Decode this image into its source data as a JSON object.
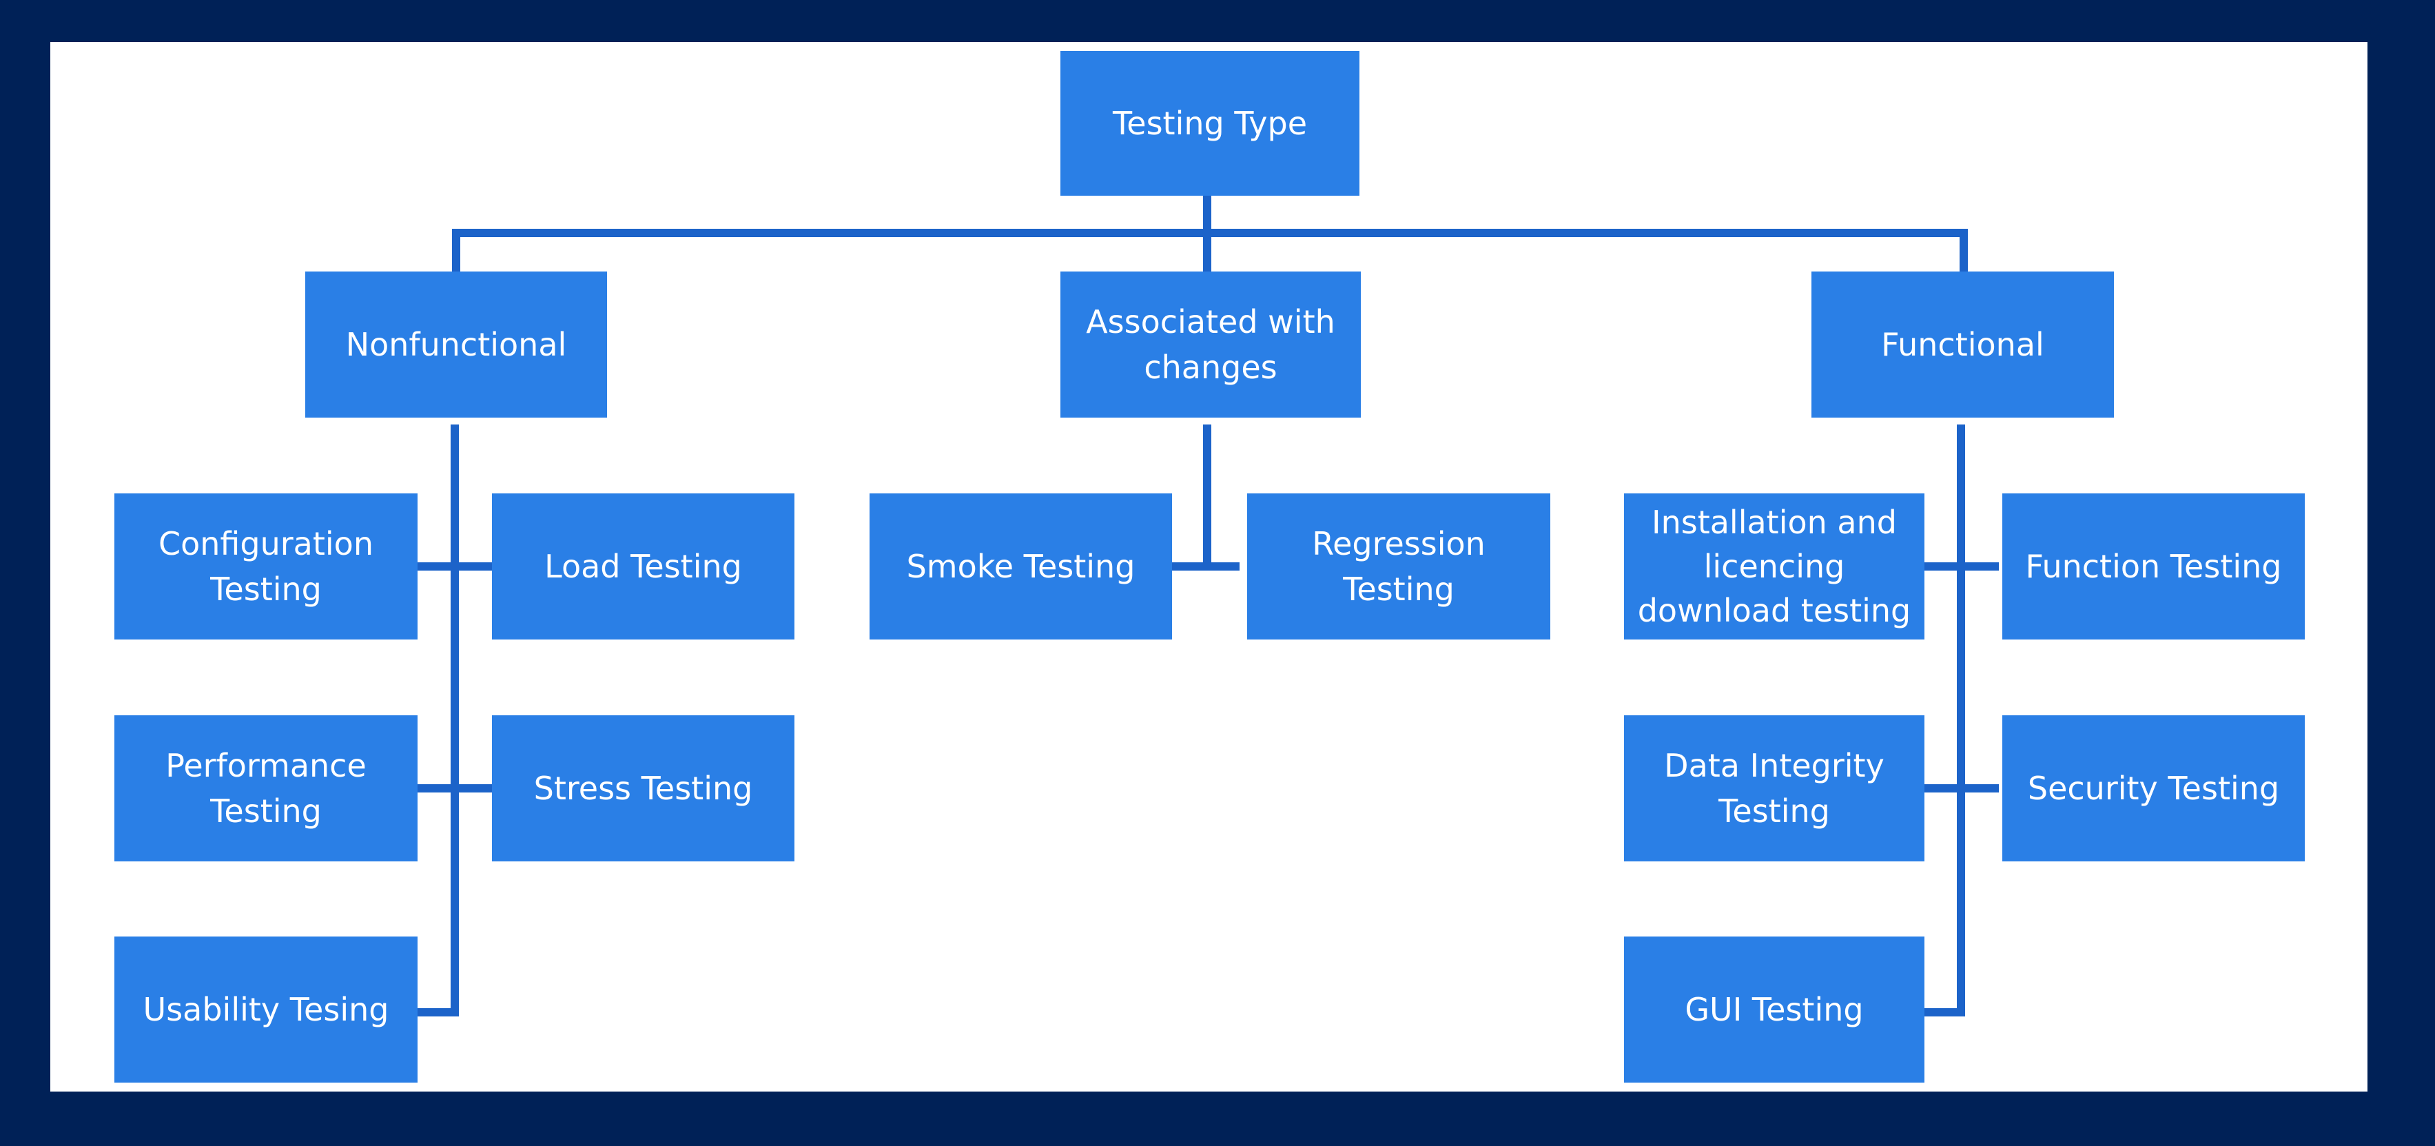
{
  "diagram": {
    "root": "Testing Type",
    "categories": {
      "nonfunctional": "Nonfunctional",
      "changes": "Associated with\nchanges",
      "functional": "Functional"
    },
    "nonfunctional_items": {
      "configuration": "Configuration\nTesting",
      "load": "Load Testing",
      "performance": "Performance\nTesting",
      "stress": "Stress Testing",
      "usability": "Usability  Tesing"
    },
    "changes_items": {
      "smoke": "Smoke Testing",
      "regression": "Regression\nTesting"
    },
    "functional_items": {
      "installation": "Installation  and\nlicencing\ndownload testing",
      "function": "Function Testing",
      "data_integrity": "Data Integrity\nTesting",
      "security": "Security Testing",
      "gui": "GUI  Testing"
    }
  },
  "colors": {
    "frame": "#002157",
    "box": "#2a7fe6",
    "connector": "#1c63c9"
  }
}
